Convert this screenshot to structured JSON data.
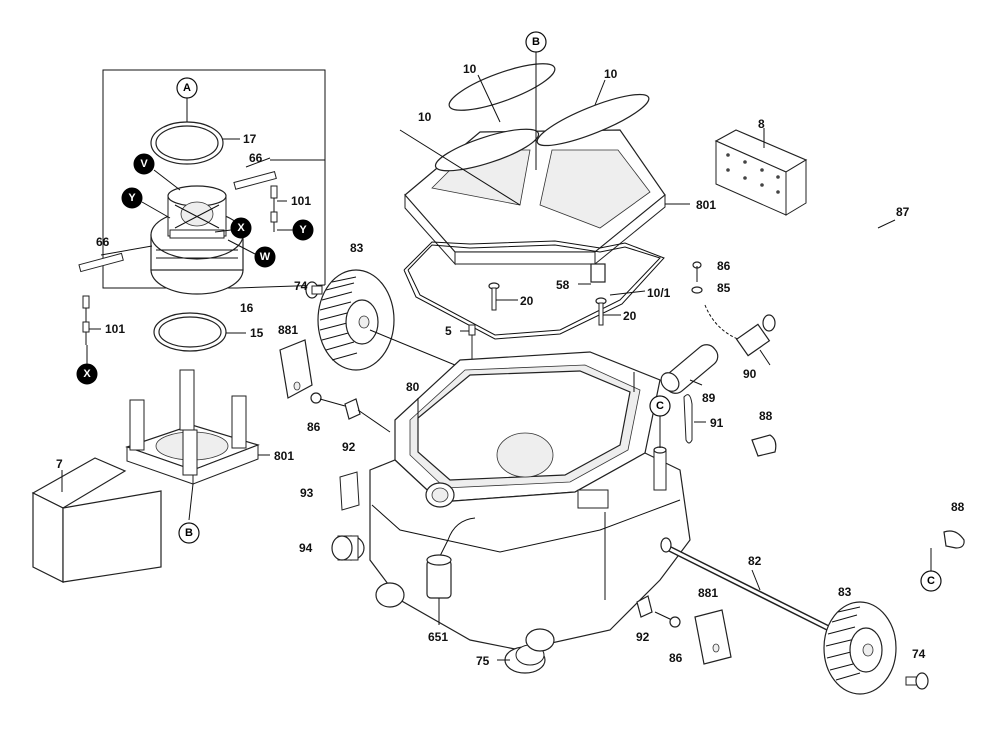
{
  "diagram": {
    "callouts": {
      "A": "A",
      "B": "B",
      "C": "C",
      "V": "V",
      "W": "W",
      "X": "X",
      "Y": "Y"
    },
    "part_labels": {
      "p17": "17",
      "p66a": "66",
      "p66b": "66",
      "p101a": "101",
      "p101b": "101",
      "p16": "16",
      "p15": "15",
      "p801a": "801",
      "p801b": "801",
      "p7": "7",
      "p10a": "10",
      "p10b": "10",
      "p10c": "10",
      "p8": "8",
      "p87": "87",
      "p83a": "83",
      "p83b": "83",
      "p74a": "74",
      "p74b": "74",
      "p881a": "881",
      "p881b": "881",
      "p20a": "20",
      "p20b": "20",
      "p58": "58",
      "p10_1": "10/1",
      "p86a": "86",
      "p86b": "86",
      "p86c": "86",
      "p85": "85",
      "p5": "5",
      "p80": "80",
      "p90": "90",
      "p89": "89",
      "p91": "91",
      "p88a": "88",
      "p88b": "88",
      "p92a": "92",
      "p92b": "92",
      "p93": "93",
      "p94": "94",
      "p82": "82",
      "p651": "651",
      "p75": "75"
    }
  }
}
